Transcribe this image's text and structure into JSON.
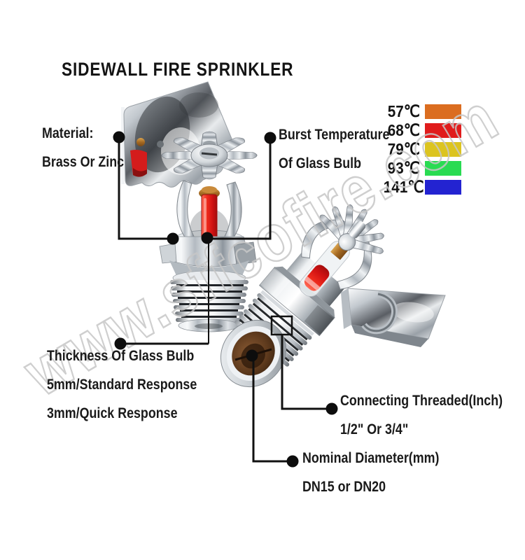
{
  "title": "SIDEWALL FIRE SPRINKLER",
  "legend": {
    "items": [
      {
        "temp": "57℃",
        "color": "#db6d20"
      },
      {
        "temp": "68℃",
        "color": "#e01c1c"
      },
      {
        "temp": "79℃",
        "color": "#dcc420"
      },
      {
        "temp": "93℃",
        "color": "#29db52"
      },
      {
        "temp": "141℃",
        "color": "#2323d1"
      }
    ]
  },
  "annotations": {
    "material": {
      "line1": "Material:",
      "line2": "Brass Or Zinc"
    },
    "burst": {
      "line1": "Burst Temperature",
      "line2": "Of Glass Bulb"
    },
    "thickness": {
      "line1": "Thickness Of Glass Bulb",
      "line2": "5mm/Standard Response",
      "line3": "3mm/Quick Response"
    },
    "connecting": {
      "line1": "Connecting Threaded(Inch)",
      "line2": "1/2\" Or 3/4\""
    },
    "nominal": {
      "line1": "Nominal Diameter(mm)",
      "line2": "DN15 or DN20"
    }
  },
  "watermark": "www.sffcofire.com"
}
